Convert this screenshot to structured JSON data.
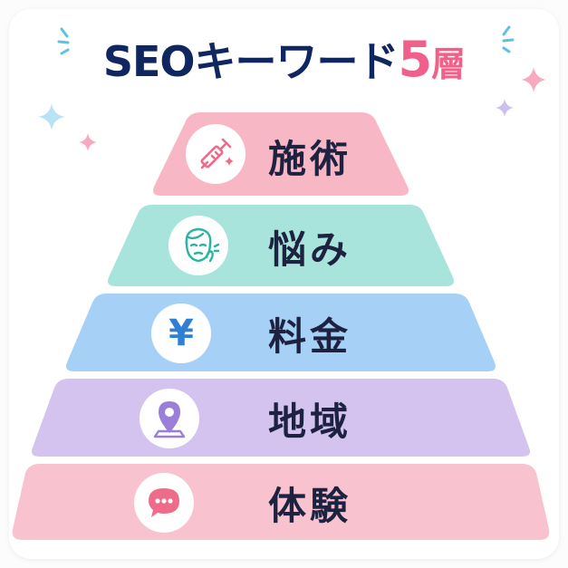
{
  "title": {
    "prefix": "SEOキーワード",
    "number": "5",
    "suffix": "層"
  },
  "colors": {
    "title": "#0f2660",
    "accent": "#f0608a",
    "tier1": "#f7b7c5",
    "tier2": "#a8e4dc",
    "tier3": "#a6d0f5",
    "tier4": "#d4c3ee",
    "tier5": "#f8c2cf"
  },
  "tiers": [
    {
      "label": "施術",
      "icon": "syringe-icon"
    },
    {
      "label": "悩み",
      "icon": "worried-face-icon"
    },
    {
      "label": "料金",
      "icon": "yen-icon",
      "glyph": "¥"
    },
    {
      "label": "地域",
      "icon": "location-pin-icon"
    },
    {
      "label": "体験",
      "icon": "chat-bubble-icon"
    }
  ]
}
